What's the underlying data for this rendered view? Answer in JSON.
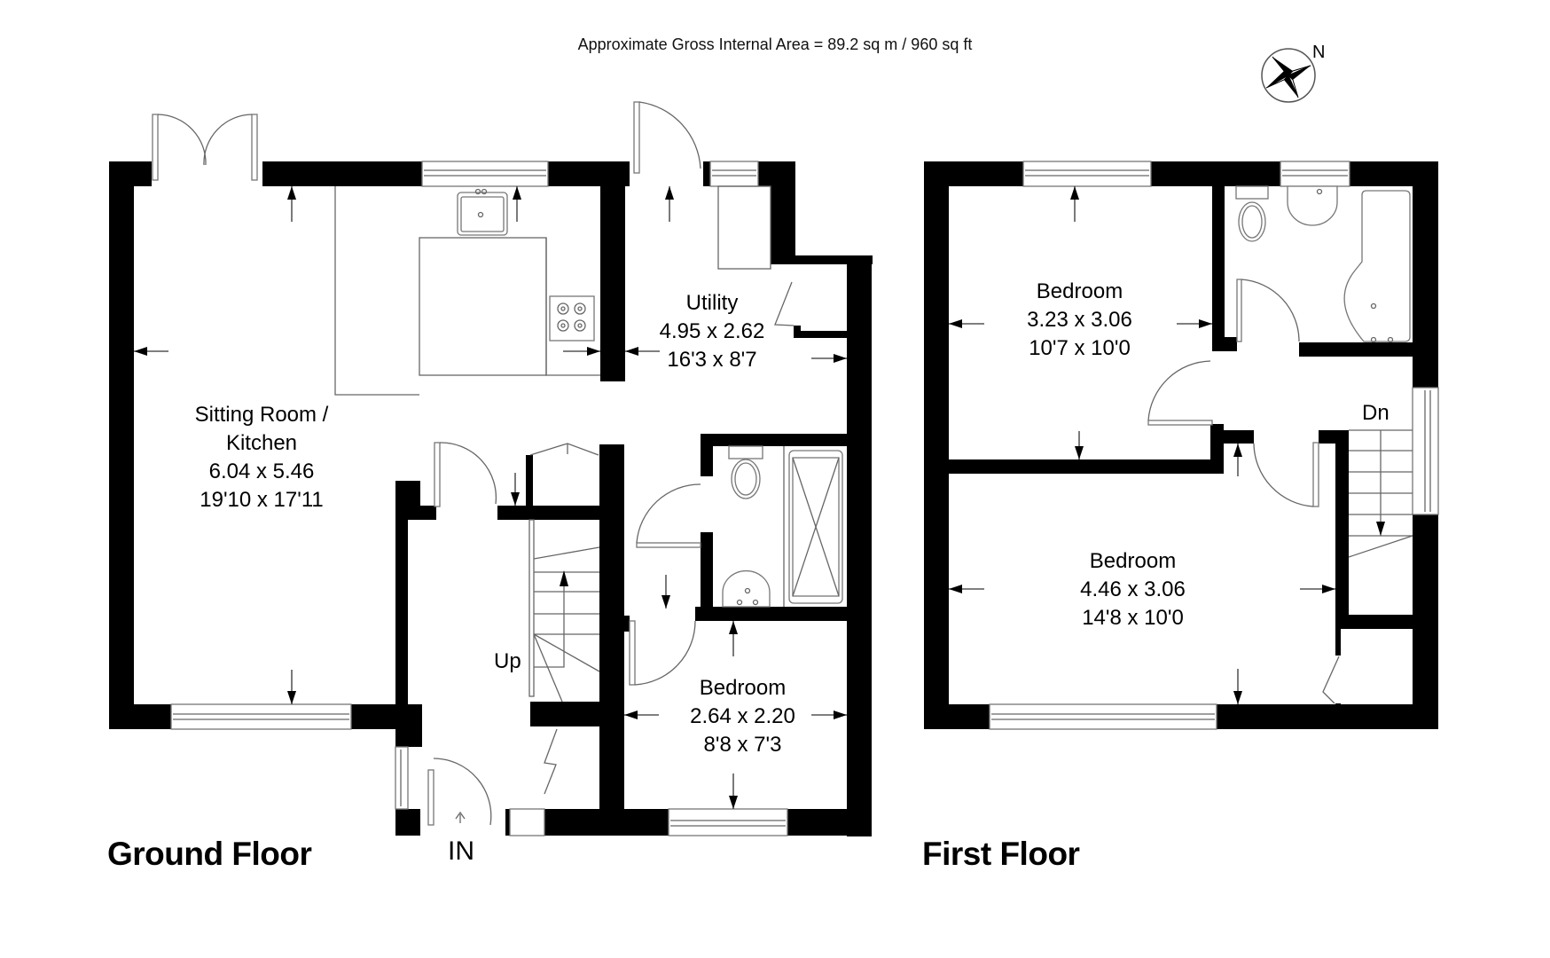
{
  "header": {
    "area_caption": "Approximate Gross Internal Area = 89.2 sq m / 960 sq ft"
  },
  "compass": {
    "icon": "north-compass-rose-icon",
    "north_label": "N"
  },
  "floors": [
    {
      "title": "Ground Floor",
      "entrance_label": "IN",
      "stairs_label": "Up",
      "rooms": [
        {
          "name": "Sitting Room / Kitchen",
          "name_line1": "Sitting Room /",
          "name_line2": "Kitchen",
          "metric": "6.04 x 5.46",
          "imperial": "19'10 x 17'11"
        },
        {
          "name": "Utility",
          "metric": "4.95 x 2.62",
          "imperial": "16'3 x 8'7"
        },
        {
          "name": "Bedroom",
          "metric": "2.64 x 2.20",
          "imperial": "8'8 x 7'3"
        }
      ],
      "fixtures": [
        "french-doors",
        "kitchen-sink",
        "hob",
        "kitchen-island",
        "wc",
        "wash-basin",
        "bath-with-shower-screen",
        "staircase",
        "front-door"
      ]
    },
    {
      "title": "First Floor",
      "stairs_label": "Dn",
      "rooms": [
        {
          "name": "Bedroom",
          "metric": "3.23 x 3.06",
          "imperial": "10'7 x 10'0"
        },
        {
          "name": "Bedroom",
          "metric": "4.46 x 3.06",
          "imperial": "14'8 x 10'0"
        }
      ],
      "fixtures": [
        "wc",
        "wash-basin",
        "p-shaped-bath",
        "staircase",
        "cupboard"
      ]
    }
  ],
  "colors": {
    "wall": "#000000",
    "background": "#ffffff",
    "fixture_line": "#777777"
  }
}
